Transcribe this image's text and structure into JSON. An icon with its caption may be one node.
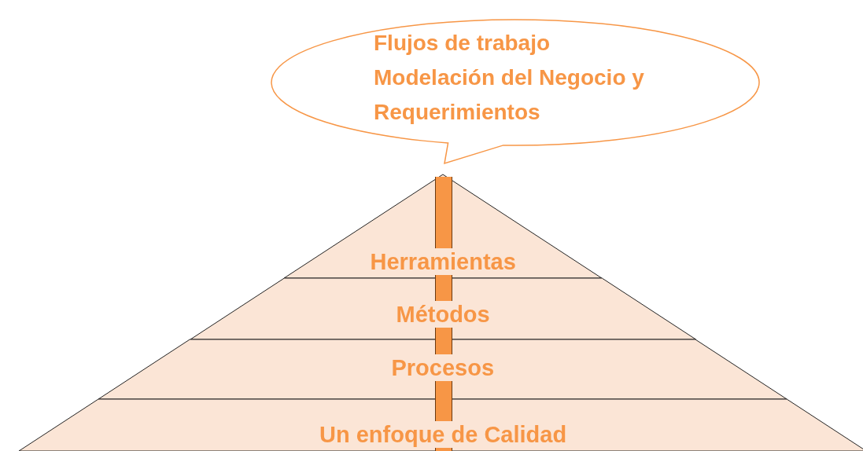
{
  "diagram": {
    "nodes": [
      {
        "text": [
          "Flujos de trabajo Modelación del Negocio y Requerimientos"
        ]
      },
      {
        "text": [
          "Herramientas"
        ]
      },
      {
        "text": [
          "Métodos"
        ]
      },
      {
        "text": [
          "Procesos"
        ]
      },
      {
        "text": [
          "Un enfoque de Calidad"
        ]
      }
    ],
    "edges": []
  }
}
